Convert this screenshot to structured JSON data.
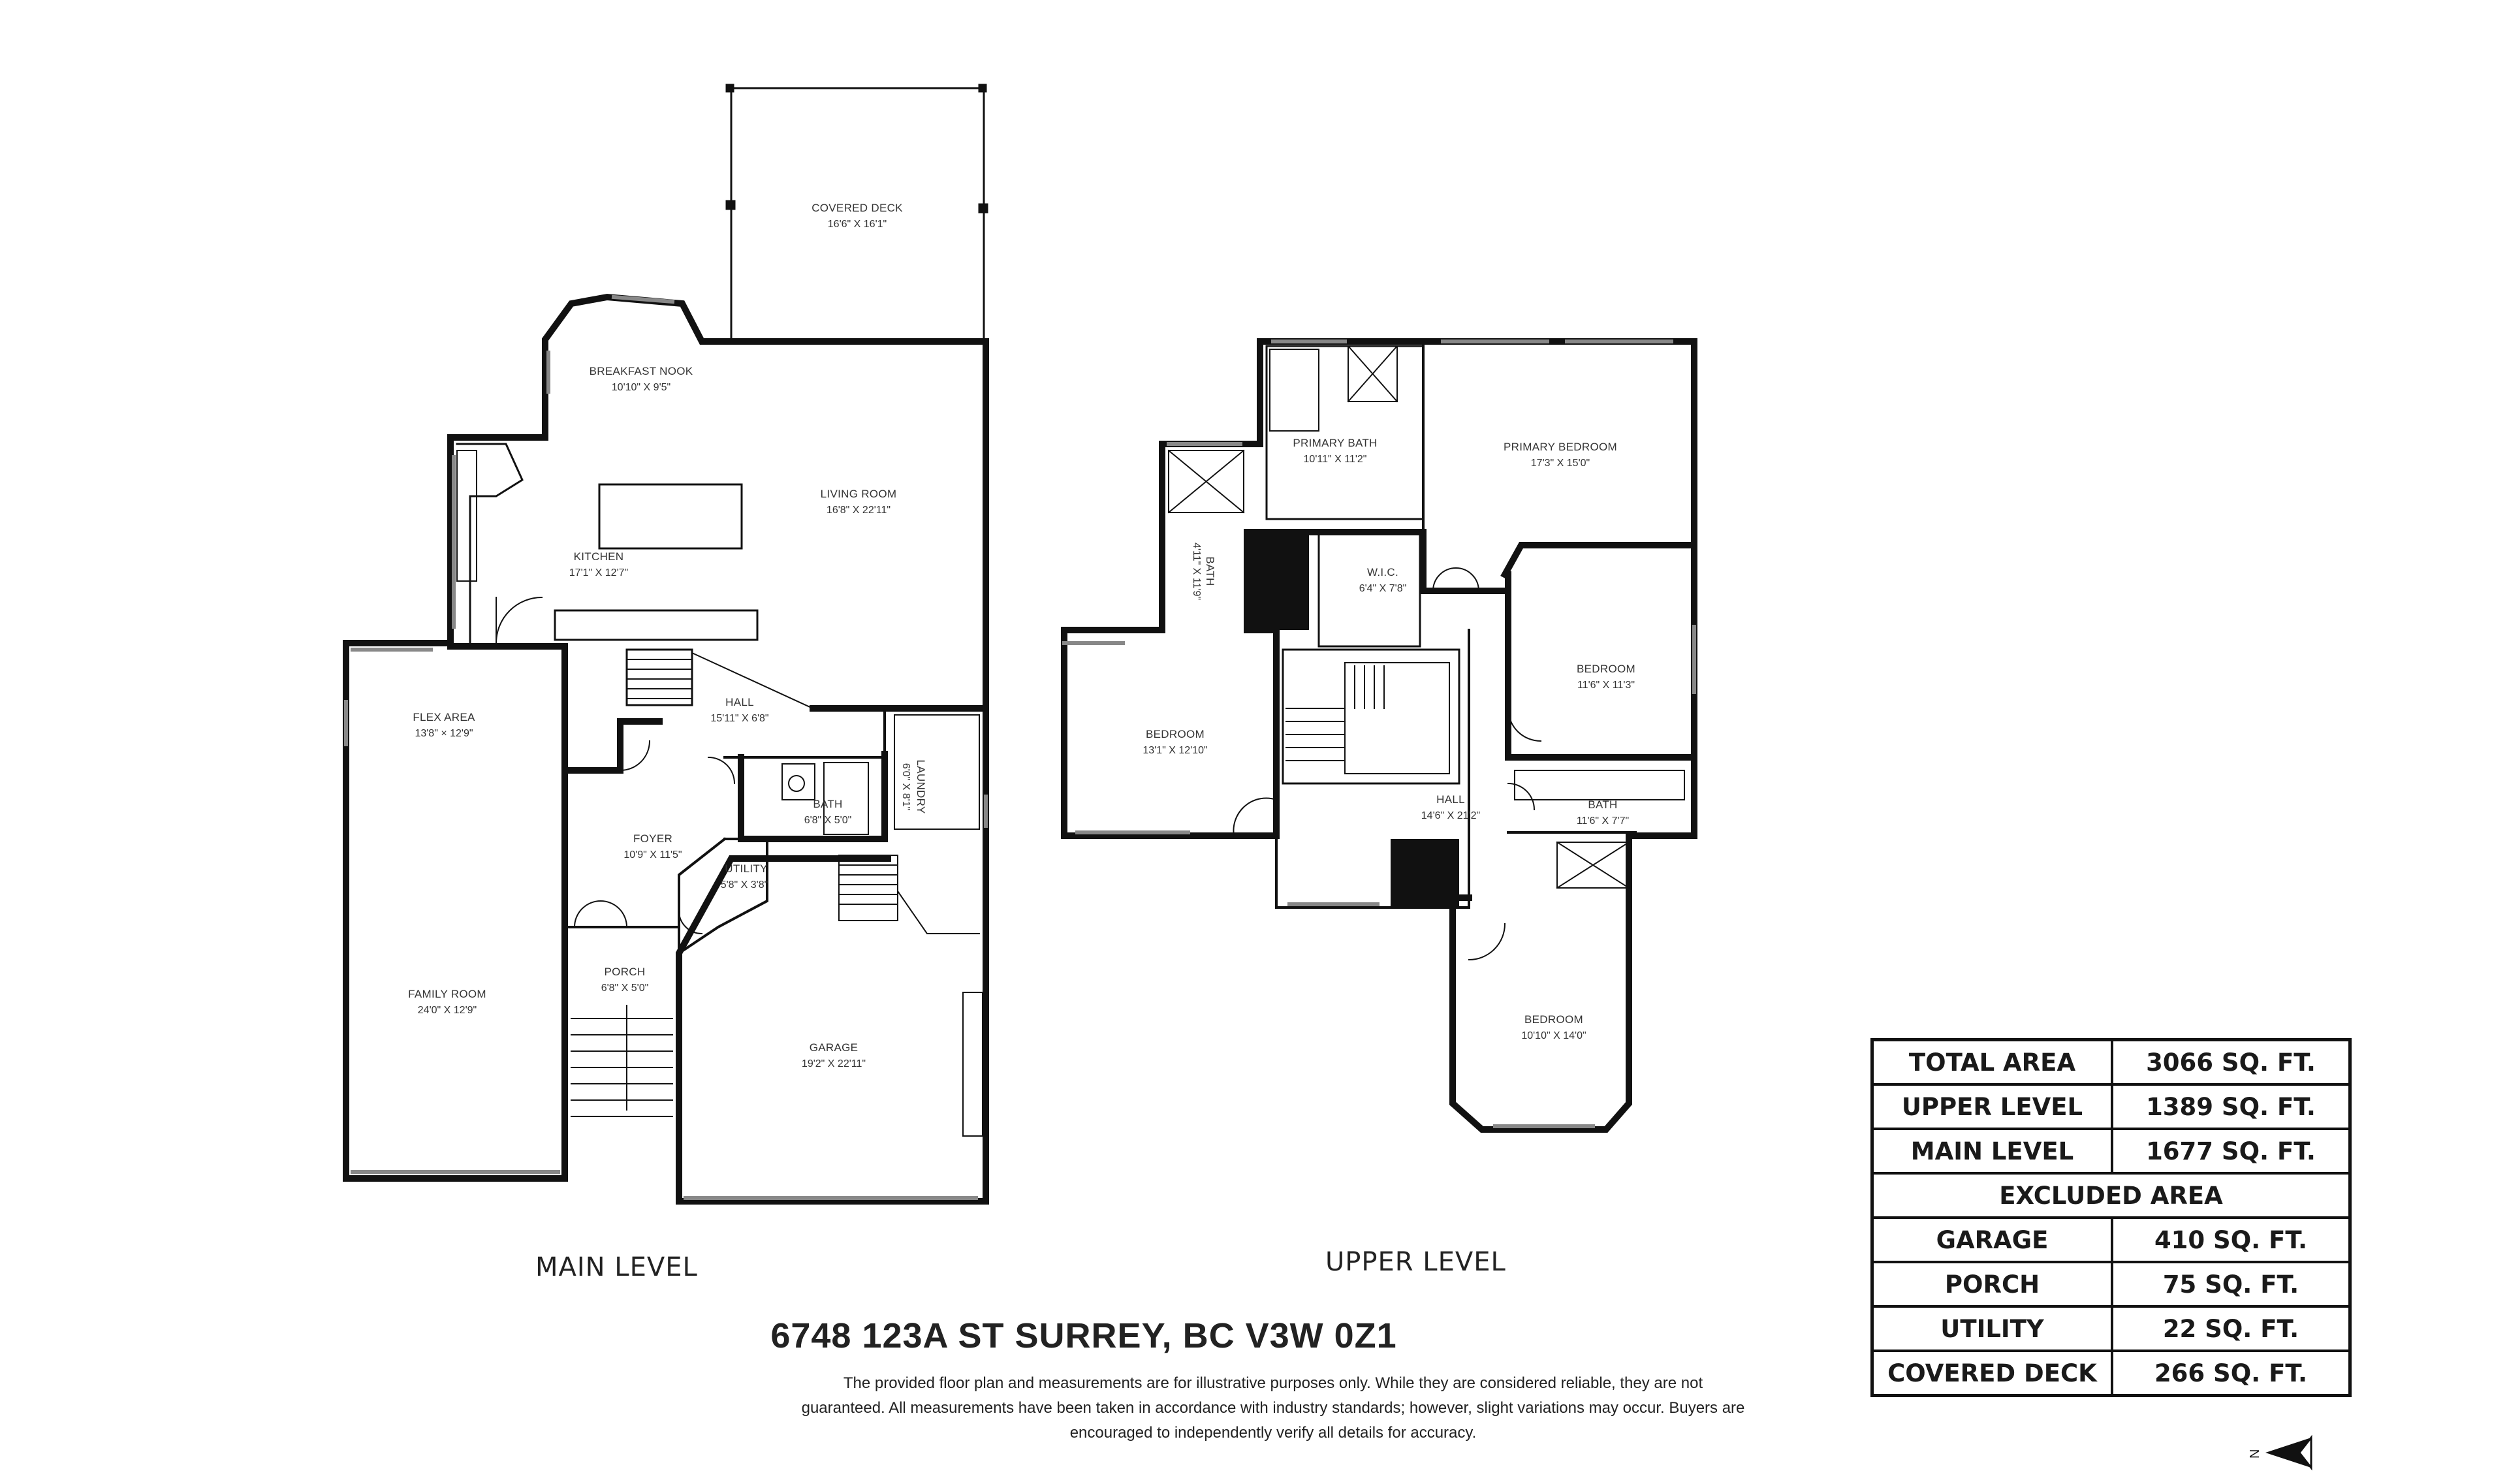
{
  "rooms": {
    "covered_deck": {
      "name": "COVERED DECK",
      "dims": "16'6\" X 16'1\""
    },
    "breakfast_nook": {
      "name": "BREAKFAST NOOK",
      "dims": "10'10\" X 9'5\""
    },
    "living_room": {
      "name": "LIVING ROOM",
      "dims": "16'8\" X 22'11\""
    },
    "kitchen": {
      "name": "KITCHEN",
      "dims": "17'1\" X 12'7\""
    },
    "flex_area": {
      "name": "FLEX AREA",
      "dims": "13'8\" × 12'9\""
    },
    "hall_main": {
      "name": "HALL",
      "dims": "15'11\" X 6'8\""
    },
    "bath_main": {
      "name": "BATH",
      "dims": "6'8\" X 5'0\""
    },
    "laundry": {
      "name": "LAUNDRY",
      "dims": "6'0\" X 8'1\""
    },
    "foyer": {
      "name": "FOYER",
      "dims": "10'9\" X 11'5\""
    },
    "utility": {
      "name": "UTILITY",
      "dims": "5'8\" X 3'8\""
    },
    "family_room": {
      "name": "FAMILY ROOM",
      "dims": "24'0\" X 12'9\""
    },
    "porch": {
      "name": "PORCH",
      "dims": "6'8\" X 5'0\""
    },
    "garage": {
      "name": "GARAGE",
      "dims": "19'2\" X 22'11\""
    },
    "primary_bath": {
      "name": "PRIMARY BATH",
      "dims": "10'11\" X 11'2\""
    },
    "primary_bedroom": {
      "name": "PRIMARY BEDROOM",
      "dims": "17'3\" X 15'0\""
    },
    "bath_upper_left": {
      "name": "BATH",
      "dims": "4'11\" X 11'9\""
    },
    "wic": {
      "name": "W.I.C.",
      "dims": "6'4\" X 7'8\""
    },
    "bedroom_right": {
      "name": "BEDROOM",
      "dims": "11'6\" X 11'3\""
    },
    "bedroom_left": {
      "name": "BEDROOM",
      "dims": "13'1\" X 12'10\""
    },
    "hall_upper": {
      "name": "HALL",
      "dims": "14'6\" X 21'2\""
    },
    "bath_upper_right": {
      "name": "BATH",
      "dims": "11'6\" X 7'7\""
    },
    "bedroom_bottom": {
      "name": "BEDROOM",
      "dims": "10'10\" X 14'0\""
    }
  },
  "levels": {
    "main": "MAIN LEVEL",
    "upper": "UPPER LEVEL"
  },
  "address": "6748 123A ST SURREY, BC V3W 0Z1",
  "disclaimer": [
    "The provided floor plan and measurements are for illustrative purposes only. While they are considered reliable, they are not",
    "guaranteed. All measurements have been taken in accordance with industry standards; however, slight variations may occur. Buyers are",
    "encouraged to independently verify all details for accuracy."
  ],
  "area_table": {
    "total": {
      "label": "TOTAL AREA",
      "value": "3066 SQ. FT."
    },
    "upper": {
      "label": "UPPER LEVEL",
      "value": "1389 SQ. FT."
    },
    "main": {
      "label": "MAIN LEVEL",
      "value": "1677 SQ. FT."
    },
    "excluded_header": "EXCLUDED AREA",
    "garage": {
      "label": "GARAGE",
      "value": "410 SQ. FT."
    },
    "porch": {
      "label": "PORCH",
      "value": "75 SQ. FT."
    },
    "utility": {
      "label": "UTILITY",
      "value": "22 SQ. FT."
    },
    "covered_deck": {
      "label": "COVERED DECK",
      "value": "266 SQ. FT."
    }
  },
  "north_label": "N",
  "colors": {
    "wall": "#111111",
    "fixture": "#555555",
    "glass": "#888888"
  }
}
